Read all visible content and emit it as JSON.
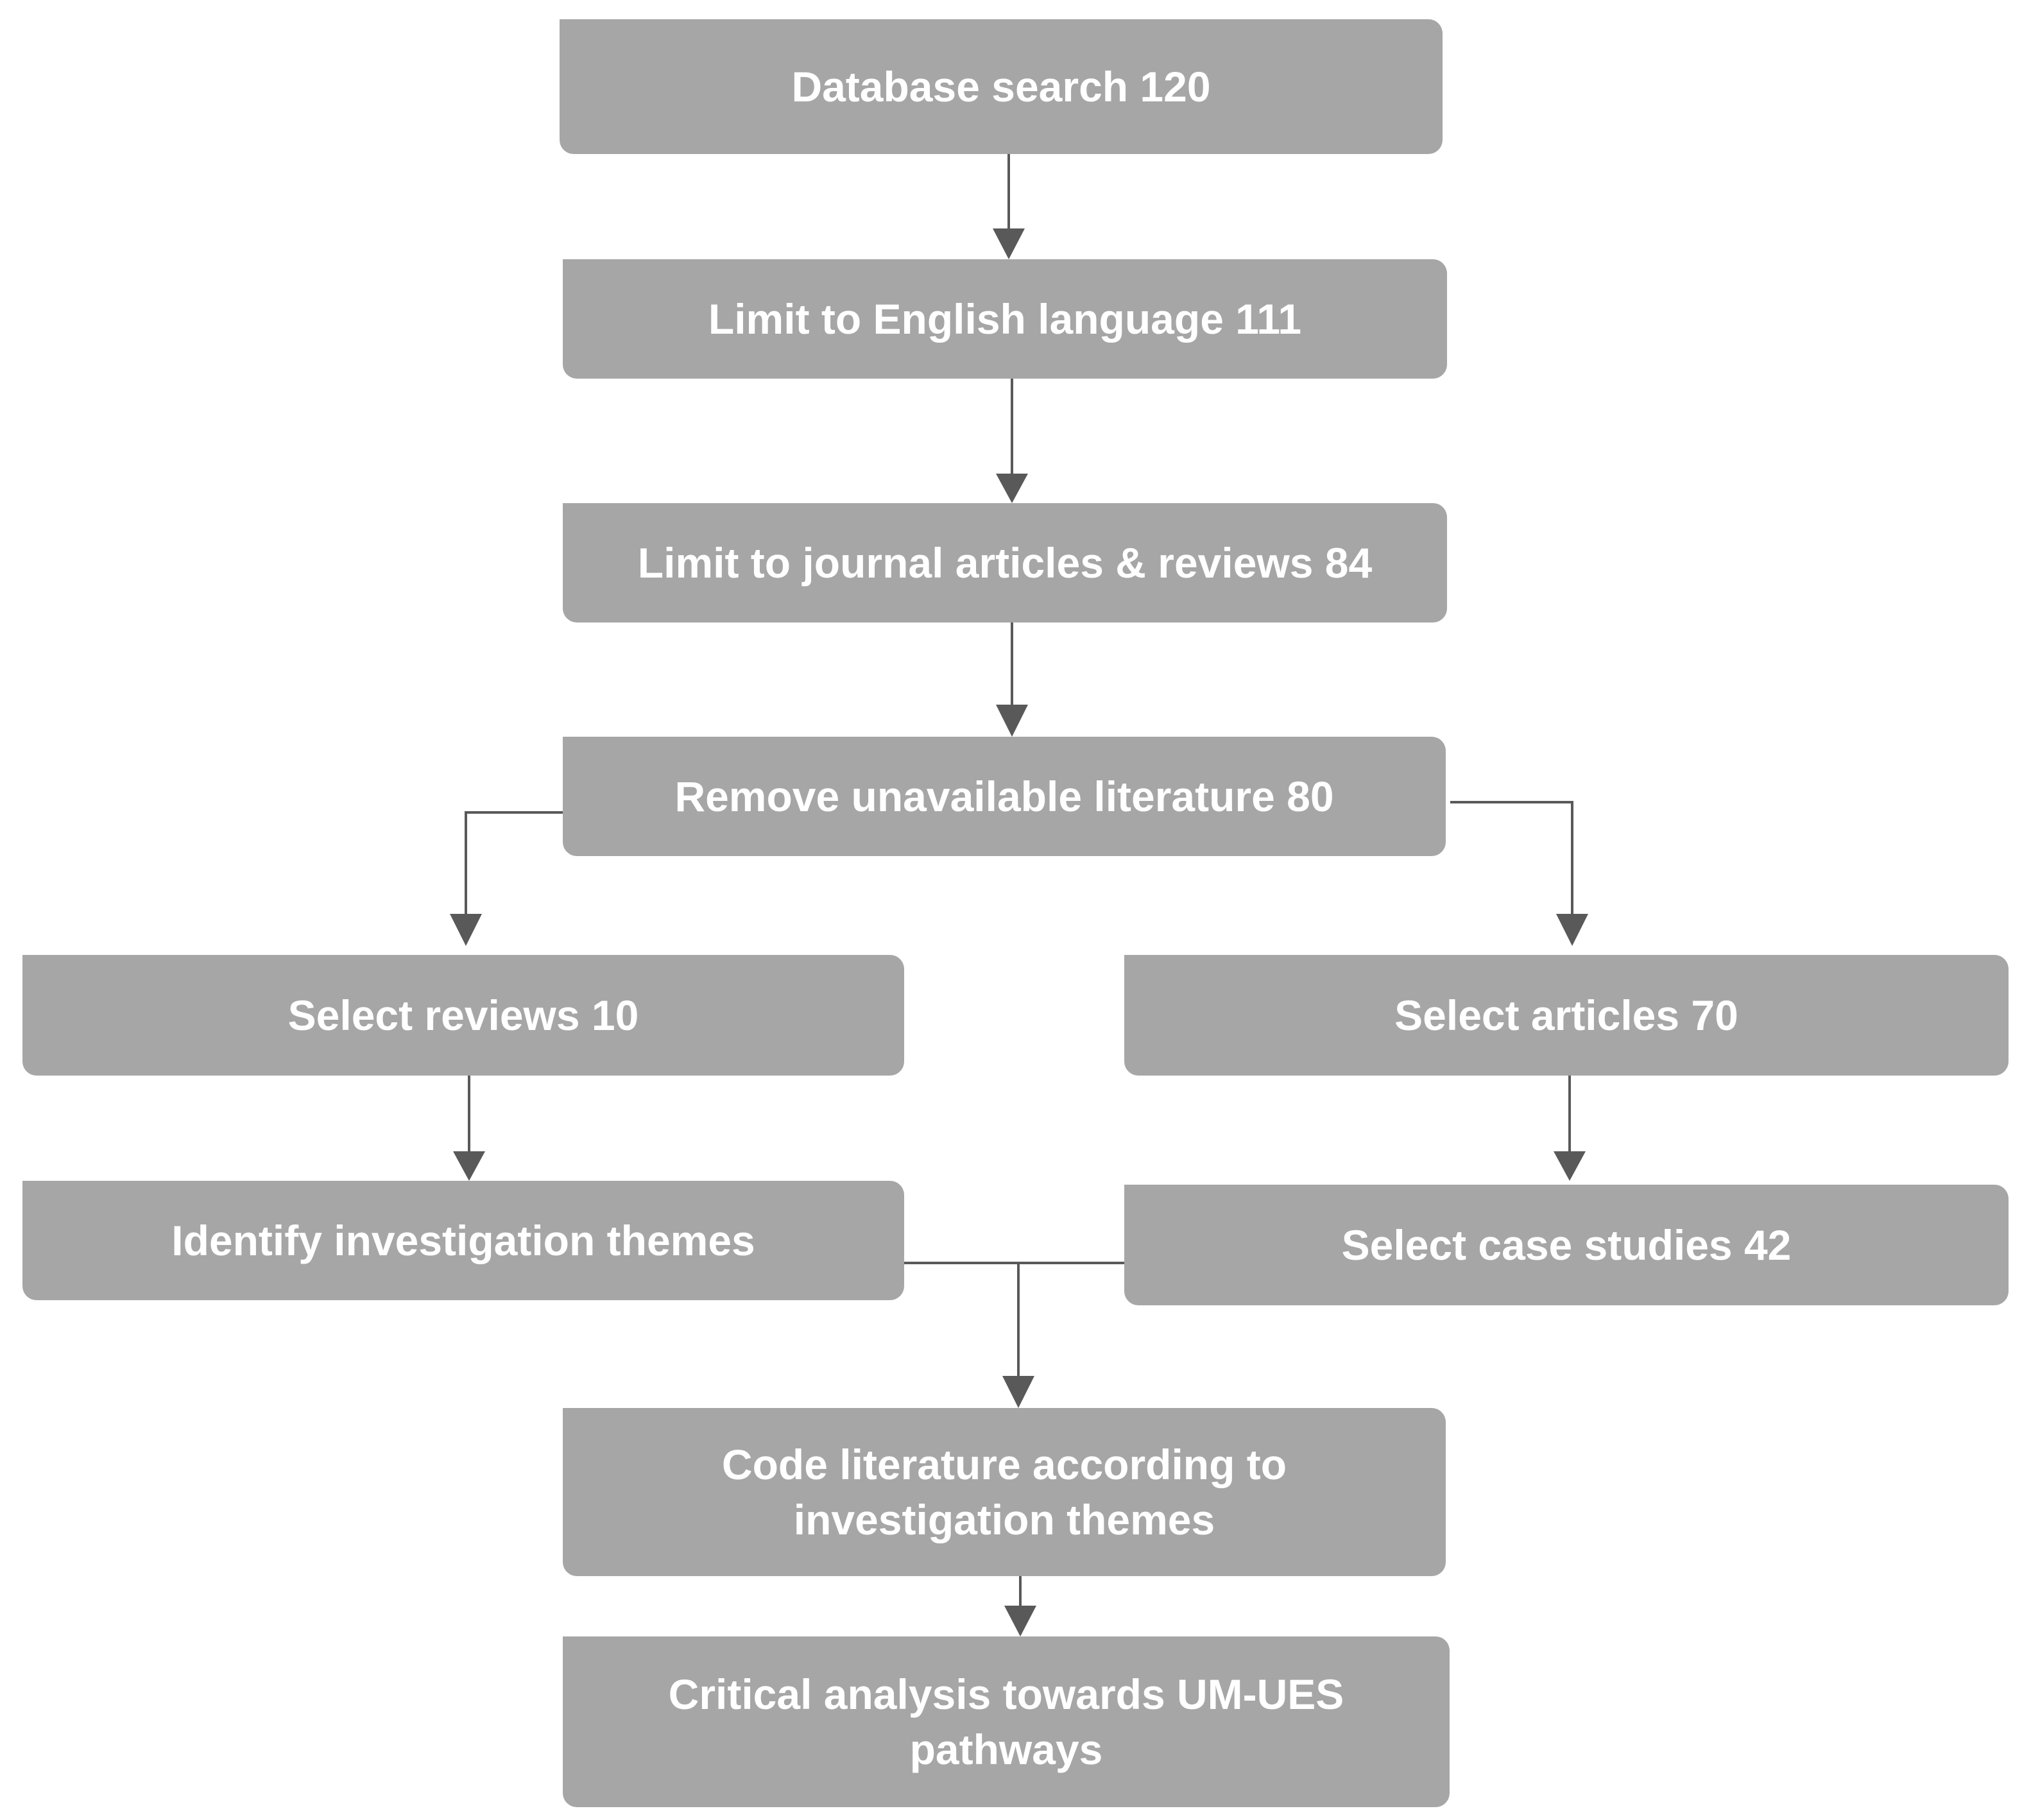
{
  "flowchart": {
    "nodes": {
      "database_search": "Database search 120",
      "limit_english": "Limit to English language 111",
      "limit_journal": "Limit to journal articles & reviews 84",
      "remove_unavailable": "Remove unavailable literature 80",
      "select_reviews": "Select reviews 10",
      "select_articles": "Select articles 70",
      "identify_themes": "Identify investigation themes",
      "select_case_studies": "Select case studies 42",
      "code_literature": "Code literature according to\ninvestigation themes",
      "critical_analysis": "Critical analysis towards UM-UES\npathways"
    },
    "colors": {
      "box_fill": "#a6a6a6",
      "box_text": "#ffffff",
      "connector": "#595959"
    }
  }
}
